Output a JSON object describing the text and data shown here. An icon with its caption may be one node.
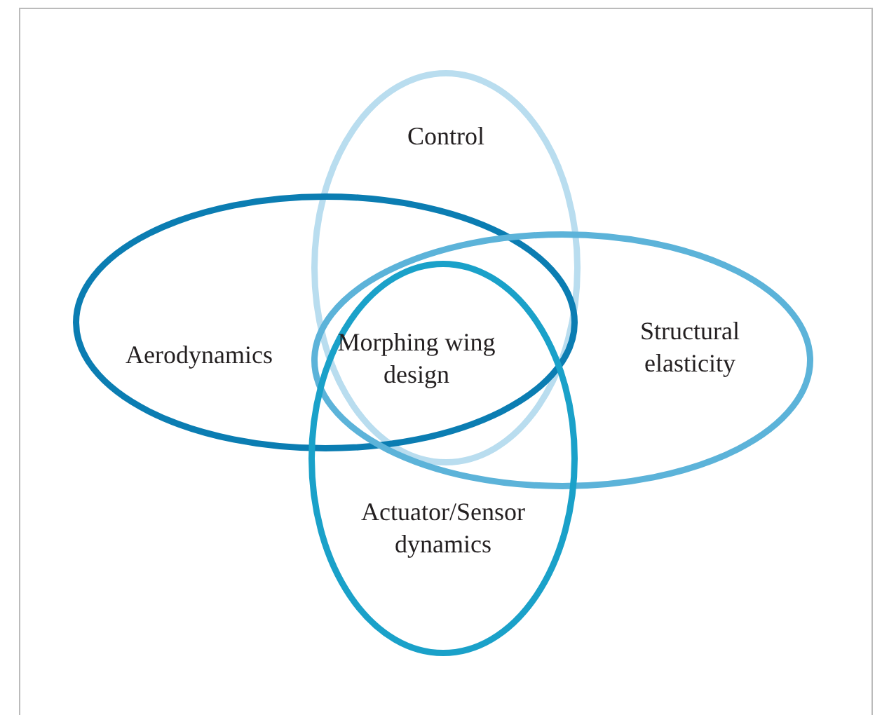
{
  "diagram": {
    "nodes": [
      {
        "text": [
          "Control"
        ]
      },
      {
        "text": [
          "Aerodynamics"
        ]
      },
      {
        "text": [
          "Structural elasticity"
        ]
      },
      {
        "text": [
          "Actuator/Sensor dynamics"
        ]
      }
    ],
    "labels": [
      "Morphing wing design"
    ]
  }
}
